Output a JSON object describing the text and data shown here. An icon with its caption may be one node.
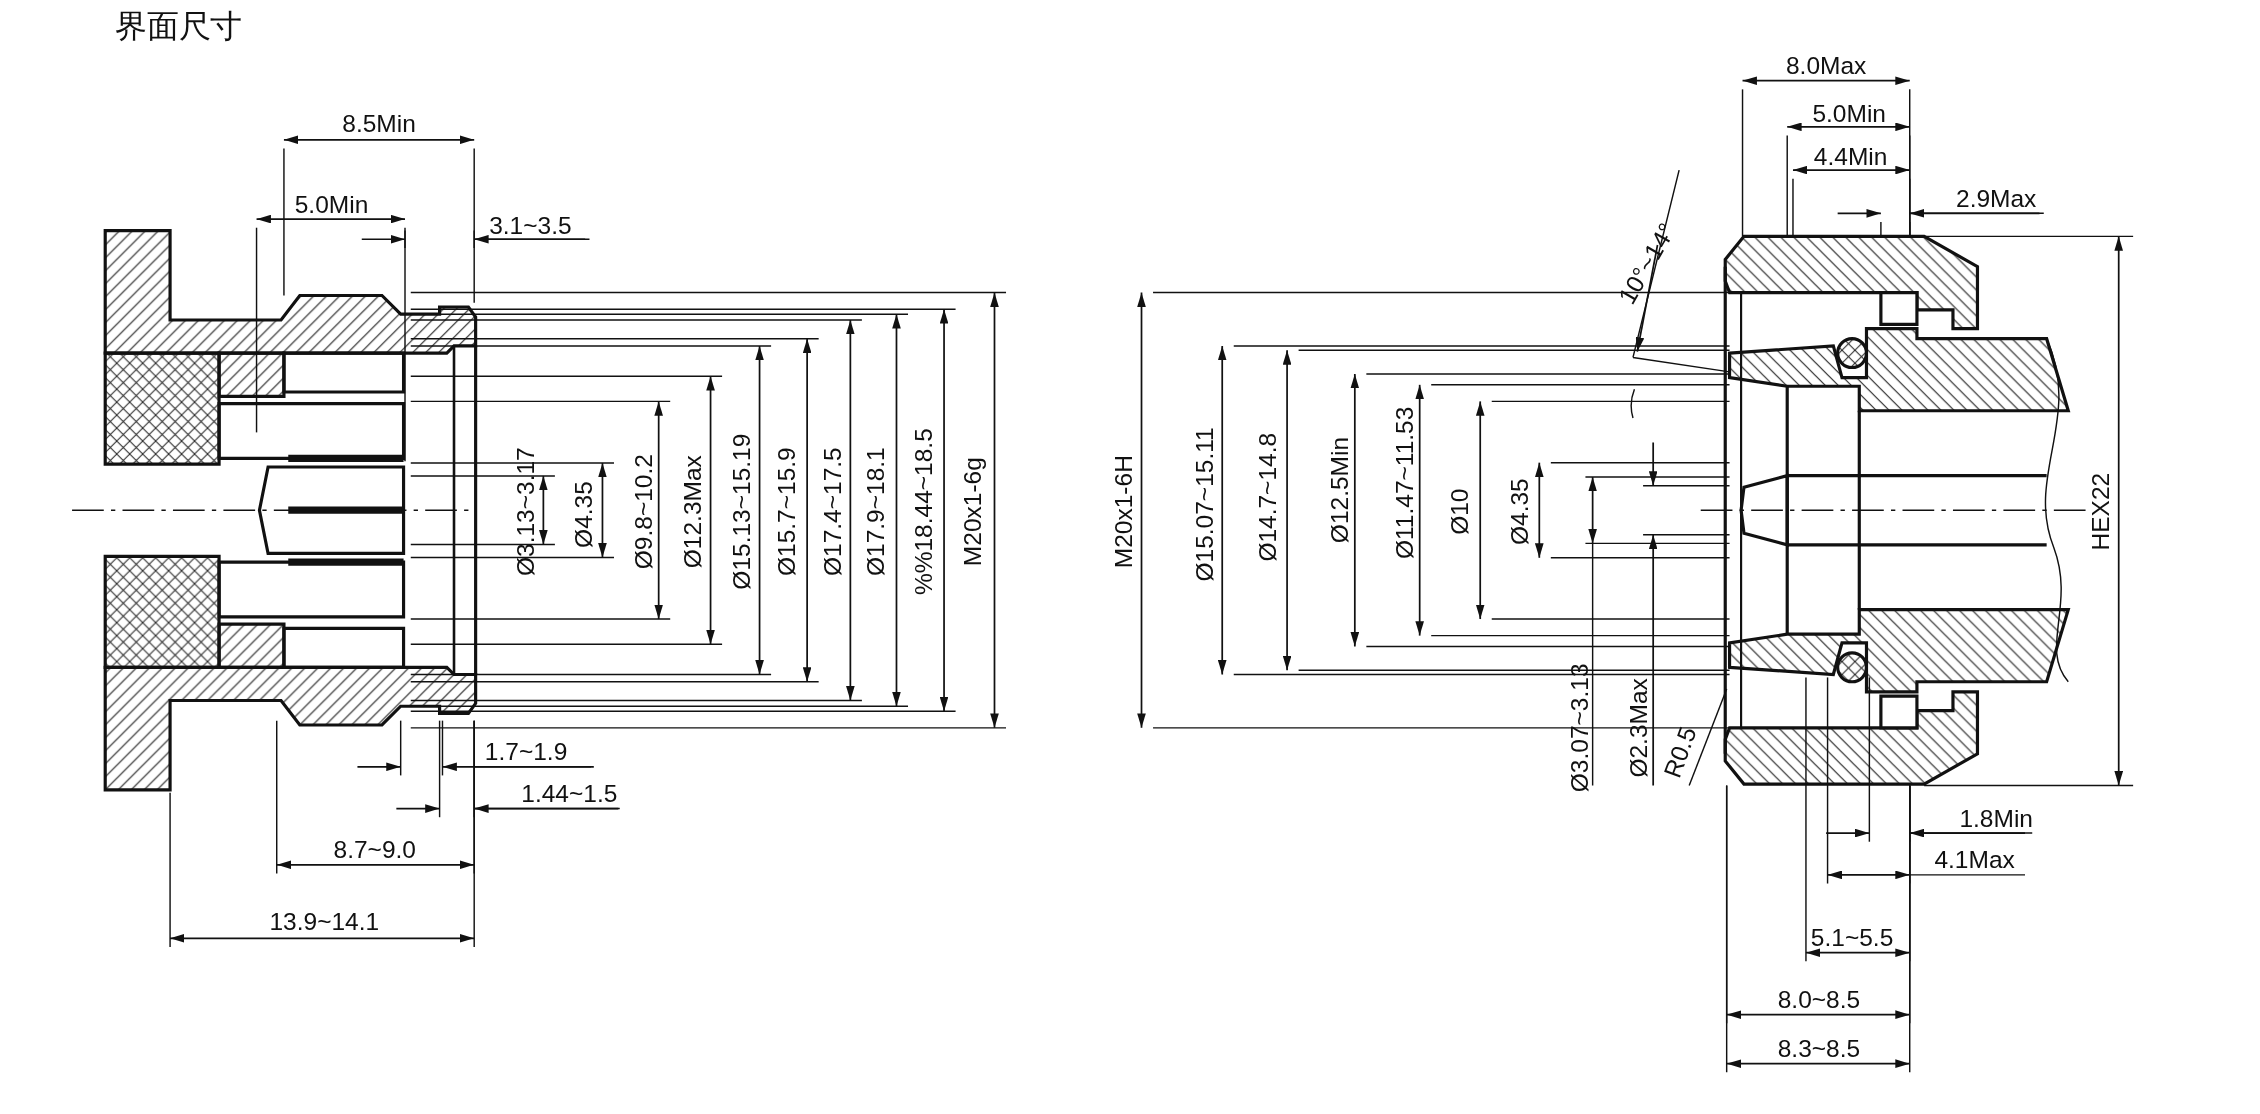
{
  "diagram": {
    "title": "界面尺寸",
    "labels": [
      "8.5Min",
      "5.0Min",
      "3.1~3.5",
      "Ø3.13~3.17",
      "Ø4.35",
      "Ø9.8~10.2",
      "Ø12.3Max",
      "Ø15.13~15.19",
      "Ø15.7~15.9",
      "Ø17.4~17.5",
      "Ø17.9~18.1",
      "%%18.44~18.5",
      "M20x1-6g",
      "1.7~1.9",
      "1.44~1.5",
      "8.7~9.0",
      "13.9~14.1",
      "8.0Max",
      "5.0Min",
      "4.4Min",
      "2.9Max",
      "10°~14°",
      "M20x1-6H",
      "Ø15.07~15.11",
      "Ø14.7~14.8",
      "Ø12.5Min",
      "Ø11.47~11.53",
      "Ø10",
      "Ø4.35",
      "HEX22",
      "Ø3.07~3.13",
      "Ø2.3Max",
      "R0.5",
      "1.8Min",
      "4.1Max",
      "5.1~5.5",
      "8.0~8.5",
      "8.3~8.5"
    ]
  }
}
